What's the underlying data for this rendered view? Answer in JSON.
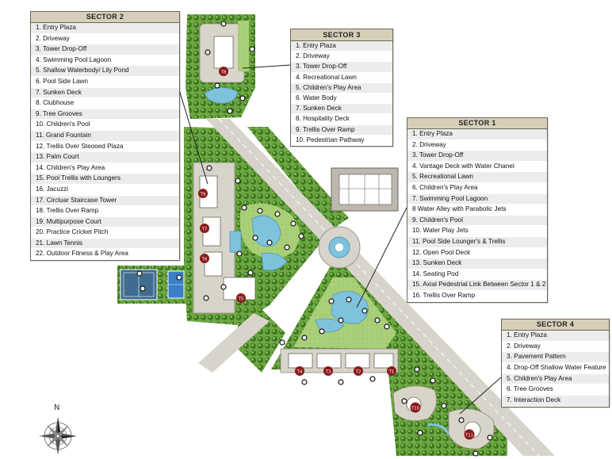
{
  "colors": {
    "green_dark": "#4f8a2f",
    "green_light": "#9cc76a",
    "water": "#7fc2dc",
    "paving": "#d9d4c9",
    "marker": "#8b1a1a",
    "legend_header": "#d7cfb9"
  },
  "sectors": [
    {
      "id": "sector2",
      "title": "SECTOR 2",
      "items": [
        "1. Entry Plaza",
        "2. Driveway",
        "3. Tower Drop-Off",
        "4. Swimming Pool Lagoon",
        "5. Shallow Waterbody/ Lily Pond",
        "6. Pool Side Lawn",
        "7. Sunken Deck",
        "8. Clubhouse",
        "9. Tree Grooves",
        "10. Children's Pool",
        "11. Grand Fountain",
        "12. Trellis Over Steooed Plaza",
        "13. Palm Court",
        "14. Children's Play Area",
        "15. Pool Trellis with Loungers",
        "16. Jacuzzi",
        "17. Circluar Staircase Tower",
        "18. Trellis Over Ramp",
        "19. Multipurpose Court",
        "20. Practice Cricket Pitch",
        "21. Lawn Tennis",
        "22. Outdoor Fitness & Play Area"
      ]
    },
    {
      "id": "sector3",
      "title": "SECTOR 3",
      "items": [
        "1.  Entry Plaza",
        "2.  Driveway",
        "3.  Tower Drop-Off",
        "4. Recreational Lawn",
        "5. Children's Play Area",
        "6. Water Body",
        "7. Sunken Deck",
        "8. Hospitality Deck",
        "9. Trellis Over Ramp",
        "10. Pedestrian Pathway"
      ]
    },
    {
      "id": "sector1",
      "title": "SECTOR 1",
      "items": [
        "1.  Entry Plaza",
        "2.  Driveway",
        "3. Tower Drop-Off",
        "4. Vantage Deck with Water Chanel",
        "5. Recreational Lawn",
        "6. Children's Play Area",
        "7. Swimming Pool Lagoon",
        "8 Water Alley with Parabolic Jets",
        "9. Children's Pool",
        "10. Water Play Jets",
        "11. Pool Side Lounger's & Trellis",
        "12. Open Pool Deck",
        "13. Sunken Deck",
        "14. Seating Pod",
        "15. Axial Pedestrial Link Between Sector 1 & 2",
        "16. Trellis Over Ramp"
      ]
    },
    {
      "id": "sector4",
      "title": "SECTOR 4",
      "items": [
        "1. Entry Plaza",
        "2. Driveway",
        "3. Pavement Pattern",
        "4. Drop-Off Shallow Water Feature",
        "5. Children's Play Area",
        "6. Tree Grooves",
        "7. Interaction Deck"
      ]
    }
  ],
  "tower_labels": [
    "T8",
    "T9",
    "T7",
    "T6",
    "T5",
    "T4",
    "T3",
    "T2",
    "T1",
    "T10",
    "T11"
  ],
  "compass": {
    "label": "N",
    "icon": "compass-rose-icon"
  }
}
